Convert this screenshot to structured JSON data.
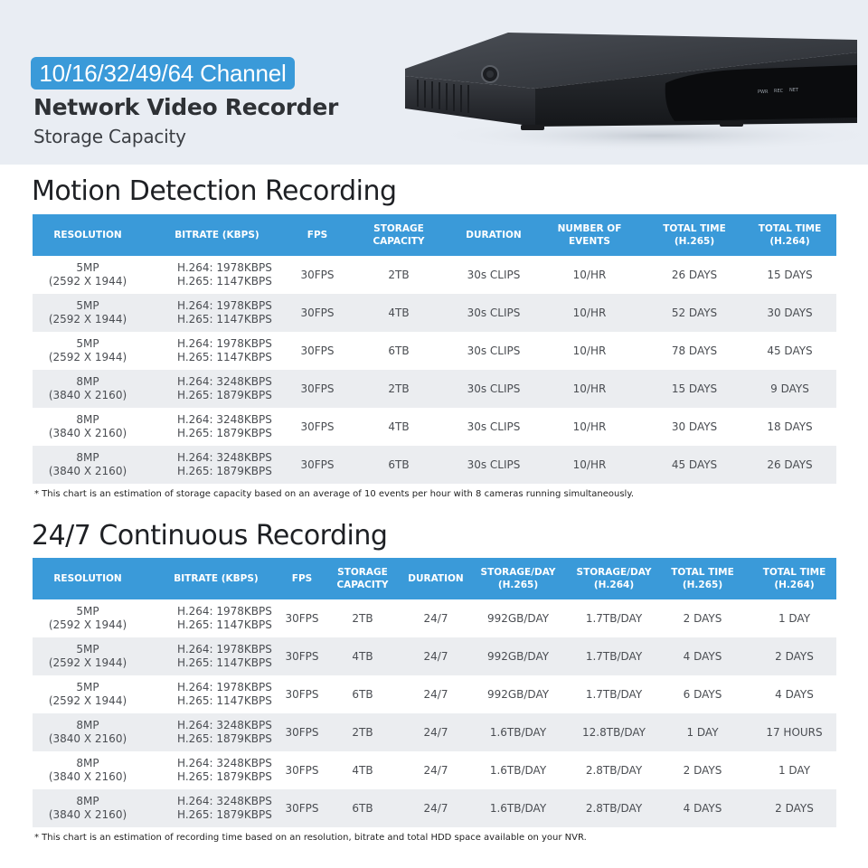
{
  "header": {
    "channel_badge": "10/16/32/49/64 Channel",
    "title": "Network Video Recorder",
    "subtitle": "Storage Capacity",
    "device_panel_labels": [
      "PWR",
      "REC",
      "NET"
    ]
  },
  "colors": {
    "accent": "#3a9ad9",
    "header_band": "#e9edf3",
    "row_alt": "#ebedf0"
  },
  "motion": {
    "title": "Motion Detection Recording",
    "columns": [
      "RESOLUTION",
      "BITRATE (KBPS)",
      "FPS",
      "STORAGE\nCAPACITY",
      "DURATION",
      "NUMBER OF\nEVENTS",
      "TOTAL TIME\n(H.265)",
      "TOTAL TIME\n(H.264)"
    ],
    "rows": [
      {
        "res": "5MP",
        "res_px": "(2592 X 1944)",
        "b264": "H.264: 1978KBPS",
        "b265": "H.265: 1147KBPS",
        "fps": "30FPS",
        "storage": "2TB",
        "duration": "30s CLIPS",
        "events": "10/HR",
        "t265": "26 DAYS",
        "t264": "15 DAYS"
      },
      {
        "res": "5MP",
        "res_px": "(2592 X 1944)",
        "b264": "H.264: 1978KBPS",
        "b265": "H.265: 1147KBPS",
        "fps": "30FPS",
        "storage": "4TB",
        "duration": "30s CLIPS",
        "events": "10/HR",
        "t265": "52 DAYS",
        "t264": "30 DAYS"
      },
      {
        "res": "5MP",
        "res_px": "(2592 X 1944)",
        "b264": "H.264: 1978KBPS",
        "b265": "H.265: 1147KBPS",
        "fps": "30FPS",
        "storage": "6TB",
        "duration": "30s CLIPS",
        "events": "10/HR",
        "t265": "78 DAYS",
        "t264": "45 DAYS"
      },
      {
        "res": "8MP",
        "res_px": "(3840 X 2160)",
        "b264": "H.264: 3248KBPS",
        "b265": "H.265: 1879KBPS",
        "fps": "30FPS",
        "storage": "2TB",
        "duration": "30s CLIPS",
        "events": "10/HR",
        "t265": "15 DAYS",
        "t264": "9 DAYS"
      },
      {
        "res": "8MP",
        "res_px": "(3840 X 2160)",
        "b264": "H.264: 3248KBPS",
        "b265": "H.265: 1879KBPS",
        "fps": "30FPS",
        "storage": "4TB",
        "duration": "30s CLIPS",
        "events": "10/HR",
        "t265": "30 DAYS",
        "t264": "18 DAYS"
      },
      {
        "res": "8MP",
        "res_px": "(3840 X 2160)",
        "b264": "H.264: 3248KBPS",
        "b265": "H.265: 1879KBPS",
        "fps": "30FPS",
        "storage": "6TB",
        "duration": "30s CLIPS",
        "events": "10/HR",
        "t265": "45 DAYS",
        "t264": "26 DAYS"
      }
    ],
    "footnote": "* This chart is an estimation of storage capacity based on an average of 10 events per hour with 8 cameras running simultaneously."
  },
  "continuous": {
    "title": "24/7 Continuous Recording",
    "columns": [
      "RESOLUTION",
      "BITRATE (KBPS)",
      "FPS",
      "STORAGE\nCAPACITY",
      "DURATION",
      "STORAGE/DAY\n(H.265)",
      "STORAGE/DAY\n(H.264)",
      "TOTAL TIME\n(H.265)",
      "TOTAL TIME\n(H.264)"
    ],
    "rows": [
      {
        "res": "5MP",
        "res_px": "(2592 X 1944)",
        "b264": "H.264: 1978KBPS",
        "b265": "H.265: 1147KBPS",
        "fps": "30FPS",
        "storage": "2TB",
        "duration": "24/7",
        "sd265": "992GB/DAY",
        "sd264": "1.7TB/DAY",
        "t265": "2 DAYS",
        "t264": "1 DAY"
      },
      {
        "res": "5MP",
        "res_px": "(2592 X 1944)",
        "b264": "H.264: 1978KBPS",
        "b265": "H.265: 1147KBPS",
        "fps": "30FPS",
        "storage": "4TB",
        "duration": "24/7",
        "sd265": "992GB/DAY",
        "sd264": "1.7TB/DAY",
        "t265": "4 DAYS",
        "t264": "2 DAYS"
      },
      {
        "res": "5MP",
        "res_px": "(2592 X 1944)",
        "b264": "H.264: 1978KBPS",
        "b265": "H.265: 1147KBPS",
        "fps": "30FPS",
        "storage": "6TB",
        "duration": "24/7",
        "sd265": "992GB/DAY",
        "sd264": "1.7TB/DAY",
        "t265": "6 DAYS",
        "t264": "4 DAYS"
      },
      {
        "res": "8MP",
        "res_px": "(3840 X 2160)",
        "b264": "H.264: 3248KBPS",
        "b265": "H.265: 1879KBPS",
        "fps": "30FPS",
        "storage": "2TB",
        "duration": "24/7",
        "sd265": "1.6TB/DAY",
        "sd264": "12.8TB/DAY",
        "t265": "1 DAY",
        "t264": "17 HOURS"
      },
      {
        "res": "8MP",
        "res_px": "(3840 X 2160)",
        "b264": "H.264: 3248KBPS",
        "b265": "H.265: 1879KBPS",
        "fps": "30FPS",
        "storage": "4TB",
        "duration": "24/7",
        "sd265": "1.6TB/DAY",
        "sd264": "2.8TB/DAY",
        "t265": "2 DAYS",
        "t264": "1 DAY"
      },
      {
        "res": "8MP",
        "res_px": "(3840 X 2160)",
        "b264": "H.264: 3248KBPS",
        "b265": "H.265: 1879KBPS",
        "fps": "30FPS",
        "storage": "6TB",
        "duration": "24/7",
        "sd265": "1.6TB/DAY",
        "sd264": "2.8TB/DAY",
        "t265": "4 DAYS",
        "t264": "2 DAYS"
      }
    ],
    "footnote": "* This chart is an estimation of recording time based on an resolution, bitrate and total HDD space available on your NVR."
  }
}
